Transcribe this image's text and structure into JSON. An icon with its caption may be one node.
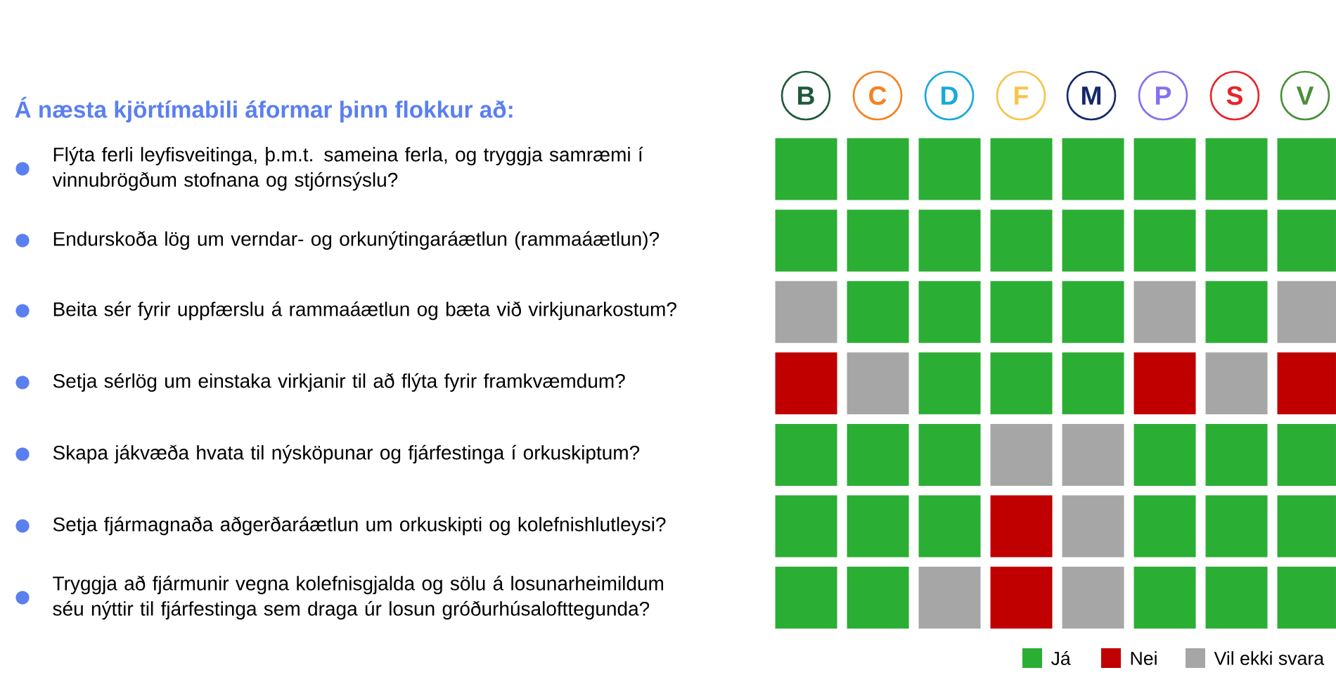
{
  "diagram": {
    "title": "Á næsta kjörtímabili áformar þinn flokkur að:",
    "nodes": [
      {
        "text": [
          "B"
        ]
      },
      {
        "text": [
          "C"
        ]
      },
      {
        "text": [
          "D"
        ]
      },
      {
        "text": [
          "F"
        ]
      },
      {
        "text": [
          "M"
        ]
      },
      {
        "text": [
          "P"
        ]
      },
      {
        "text": [
          "S"
        ]
      },
      {
        "text": [
          "V"
        ]
      },
      {
        "text": [],
        "shape": "box"
      },
      {
        "text": [],
        "shape": "box"
      },
      {
        "text": [],
        "shape": "box"
      },
      {
        "text": [],
        "shape": "box"
      },
      {
        "text": [],
        "shape": "box"
      },
      {
        "text": [],
        "shape": "box"
      },
      {
        "text": [],
        "shape": "box"
      },
      {
        "text": [],
        "shape": "box"
      },
      {
        "text": [],
        "shape": "box"
      },
      {
        "text": [],
        "shape": "box"
      },
      {
        "text": [],
        "shape": "box"
      },
      {
        "text": [],
        "shape": "box"
      },
      {
        "text": [],
        "shape": "box"
      },
      {
        "text": [],
        "shape": "box"
      },
      {
        "text": [],
        "shape": "box"
      },
      {
        "text": [],
        "shape": "box"
      },
      {
        "text": [],
        "shape": "box"
      },
      {
        "text": [],
        "shape": "box"
      },
      {
        "text": [],
        "shape": "box"
      },
      {
        "text": [],
        "shape": "box"
      },
      {
        "text": [],
        "shape": "box"
      },
      {
        "text": [],
        "shape": "box"
      },
      {
        "text": [],
        "shape": "box"
      },
      {
        "text": [],
        "shape": "box"
      },
      {
        "text": [],
        "shape": "box"
      },
      {
        "text": [],
        "shape": "box"
      },
      {
        "text": [],
        "shape": "box"
      },
      {
        "text": [],
        "shape": "box"
      },
      {
        "text": [],
        "shape": "box"
      },
      {
        "text": [],
        "shape": "box"
      },
      {
        "text": [],
        "shape": "box"
      },
      {
        "text": [],
        "shape": "box"
      },
      {
        "text": [],
        "shape": "box"
      },
      {
        "text": [],
        "shape": "box"
      },
      {
        "text": [],
        "shape": "box"
      },
      {
        "text": [],
        "shape": "box"
      },
      {
        "text": [],
        "shape": "box"
      },
      {
        "text": [],
        "shape": "box"
      },
      {
        "text": [],
        "shape": "box"
      },
      {
        "text": [],
        "shape": "box"
      },
      {
        "text": [],
        "shape": "box"
      },
      {
        "text": [],
        "shape": "box"
      },
      {
        "text": [],
        "shape": "box"
      },
      {
        "text": [],
        "shape": "box"
      },
      {
        "text": [],
        "shape": "box"
      },
      {
        "text": [],
        "shape": "box"
      },
      {
        "text": [],
        "shape": "box"
      },
      {
        "text": [],
        "shape": "box"
      },
      {
        "text": [],
        "shape": "box"
      },
      {
        "text": [],
        "shape": "box"
      },
      {
        "text": [],
        "shape": "box"
      },
      {
        "text": [],
        "shape": "box"
      },
      {
        "text": [],
        "shape": "box"
      },
      {
        "text": [],
        "shape": "box"
      },
      {
        "text": [],
        "shape": "box"
      },
      {
        "text": [],
        "shape": "box"
      }
    ],
    "labels": [
      "Flýta ferli leyfisveitinga, þ.m.t. sameina ferla, og tryggja samræmi í vinnubrögðum stofnana og stjórnsýslu?",
      "Endurskoða lög um verndar- og orkunýtingaráætlun (rammaáætlun)?",
      "Beita sér fyrir uppfærslu á rammaáætlun og bæta við virkjunarkostum?",
      "Setja sérlög um einstaka virkjanir til að flýta fyrir framkvæmdum?",
      "Skapa jákvæða hvata til nýsköpunar og fjárfestinga í orkuskiptum?",
      "Setja fjármagnaða aðgerðaráætlun um orkuskipti og kolefnishlutleysi?",
      "Tryggja að fjármunir vegna kolefnisgjalda og sölu á losunarheimildum séu nýttir til fjárfestinga sem draga úr losun gróðurhúsalofttegunda?"
    ],
    "legend": [
      {
        "text": "Já",
        "color": "#2bae34"
      },
      {
        "text": "Nei",
        "color": "#c00000"
      },
      {
        "text": "Vil ekki svara",
        "color": "#a6a6a6"
      }
    ]
  }
}
